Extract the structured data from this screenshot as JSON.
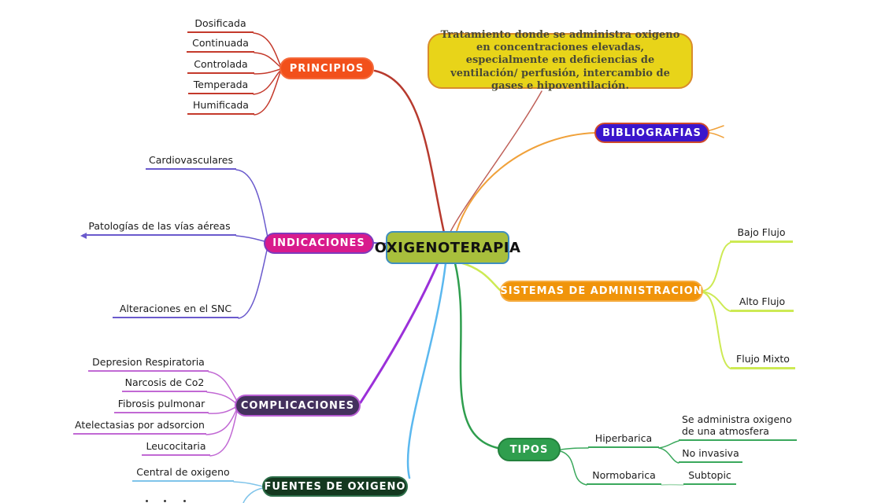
{
  "central": {
    "label": "OXIGENOTERAPIA"
  },
  "note": {
    "text": "Tratamiento donde se administra oxigeno en concentraciones elevadas, especialmente en deficiencias de ventilación/ perfusión, intercambio de gases e hipoventilación."
  },
  "branches": {
    "principios": {
      "label": "PRINCIPIOS",
      "items": [
        "Dosificada",
        "Continuada",
        "Controlada",
        "Temperada",
        "Humificada"
      ]
    },
    "bibliografias": {
      "label": "BIBLIOGRAFIAS"
    },
    "indicaciones": {
      "label": "INDICACIONES",
      "items": [
        "Cardiovasculares",
        "Patologías de las vías aéreas",
        "Alteraciones en el SNC"
      ]
    },
    "sistemas": {
      "label": "SISTEMAS DE ADMINISTRACION",
      "items": [
        "Bajo Flujo",
        "Alto Flujo",
        "Flujo Mixto"
      ]
    },
    "complicaciones": {
      "label": "COMPLICACIONES",
      "items": [
        "Depresion Respiratoria",
        "Narcosis de Co2",
        "Fibrosis pulmonar",
        "Atelectasias por adsorcion",
        "Leucocitaria"
      ]
    },
    "fuentes": {
      "label": "FUENTES DE OXIGENO",
      "items": [
        "Central de oxigeno"
      ]
    },
    "tipos": {
      "label": "TIPOS",
      "items": [
        {
          "label": "Hiperbarica",
          "children": [
            "Se administra oxigeno de una atmosfera",
            "No invasiva"
          ]
        },
        {
          "label": "Normobarica",
          "children": [
            "Subtopic"
          ]
        }
      ]
    }
  },
  "colors": {
    "central_fill": "#a8bf3c",
    "central_border": "#3f8fbf",
    "note_fill": "#e8d419",
    "note_border": "#d98c2b",
    "principios_fill": "#f2501b",
    "principios_line": "#c4392b",
    "bibliografias_fill": "#3b16cc",
    "bibliografias_line": "#f0a13a",
    "indicaciones_fill": "#d81b8c",
    "indicaciones_line": "#6a5acd",
    "complicaciones_fill": "#44315e",
    "complicaciones_line": "#c169d4",
    "fuentes_fill": "#14381f",
    "fuentes_line": "#7fc4ea",
    "tipos_fill": "#2f9e4e",
    "tipos_line": "#3aa85c",
    "sistemas_fill": "#f0940a",
    "sistemas_line": "#cdea54"
  }
}
